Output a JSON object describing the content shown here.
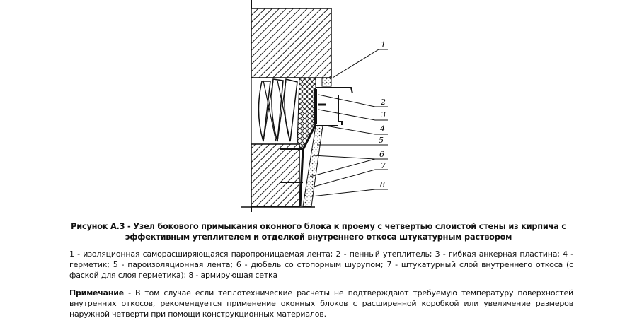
{
  "figure": {
    "labels": [
      "1",
      "2",
      "3",
      "4",
      "5",
      "6",
      "7",
      "8"
    ],
    "caption": "Рисунок А.3 - Узел бокового примыкания оконного блока к проему с четвертью слоистой стены из кирпича с эффективным утеплителем и отделкой внутреннего откоса штукатурным раствором"
  },
  "legend": "1 - изоляционная саморасширяющаяся паропроницаемая лента; 2 - пенный утеплитель; 3 - гибкая анкерная пластина; 4 - герметик; 5 - пароизоляционная лента; 6 - дюбель со стопорным шурупом; 7 - штукатурный слой внутреннего откоса (с фаской для слоя герметика); 8 - армирующая сетка",
  "note": {
    "title": "Примечание",
    "text": " - В том случае если теплотехнические расчеты не подтверждают требуемую температуру поверхностей внутренних откосов, рекомендуется применение оконных блоков с расширенной коробкой или увеличение размеров наружной четверти при помощи конструкционных материалов."
  }
}
